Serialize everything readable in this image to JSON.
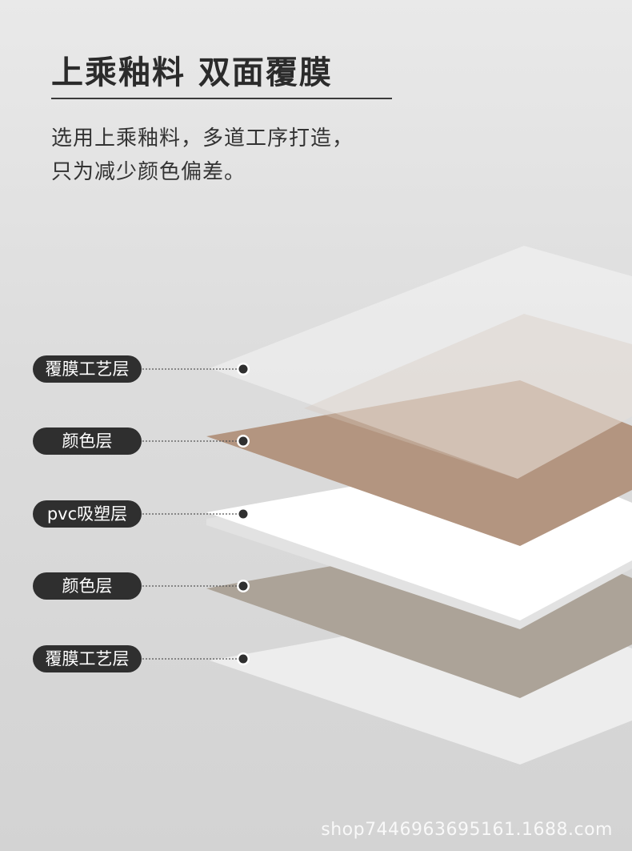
{
  "header": {
    "title": "上乘釉料 双面覆膜",
    "desc_line1": "选用上乘釉料，多道工序打造，",
    "desc_line2": "只为减少颜色偏差。"
  },
  "layers": [
    {
      "label": "覆膜工艺层"
    },
    {
      "label": "颜色层"
    },
    {
      "label": "pvc吸塑层"
    },
    {
      "label": "颜色层"
    },
    {
      "label": "覆膜工艺层"
    }
  ],
  "colors": {
    "top_color": "#b39580",
    "core": "#ffffff",
    "bottom_color": "#aca398",
    "film": "#f1f1f1",
    "label_bg": "#2f2f2f"
  },
  "watermark": "shop7446963695161.1688.com"
}
